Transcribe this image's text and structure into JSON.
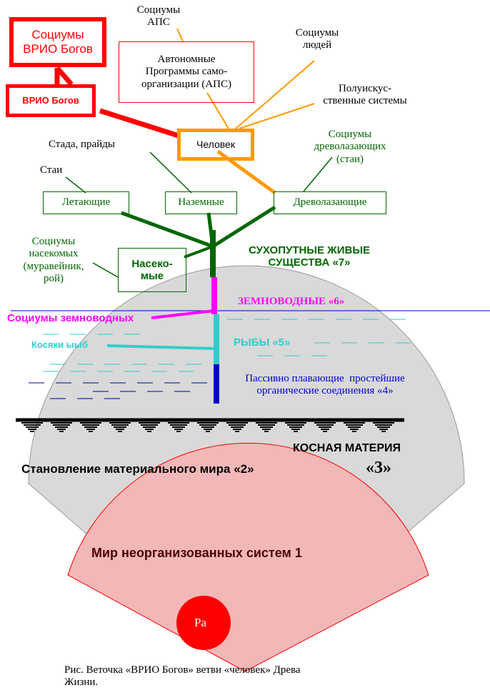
{
  "nodes": {
    "socium_vrio": "Социумы\nВРИО Богов",
    "vrio_bogov": "ВРИО Богов",
    "socium_aps": "Социумы\nАПС",
    "aps_box": "Автономные\nПрограммы само-\nорганизации (АПС)",
    "socium_lyudey": "Социумы\nлюдей",
    "poluiskus": "Полуискус-\nственные системы",
    "chelovek": "Человек",
    "stada": "Стада,  прайды",
    "stai": "Стаи",
    "socium_drevo": "Социумы\nдреволазающих\n(стаи)",
    "letayushchie": "Летающие",
    "nazemnye": "Наземные",
    "drevolazayushchie": "Древолазающие",
    "socium_nasek": "Социумы\nнасекомых\n(муравейник,\nрой)",
    "nasekomye": "Насеко-\nмые",
    "sukhoput": "СУХОПУТНЫЕ ЖИВЫЕ\nСУЩЕСТВА «7»",
    "zemnovodnye": "ЗЕМНОВОДНЫЕ «6»",
    "socium_zemnov": "Социумы  земноводных",
    "ryby": "РЫБЫ  «5»",
    "kosyaki": "Косяки ыыб",
    "prostejshie": "Пассивно плавающие  простейшие\nорганические соединения «4»",
    "kosnaya": "КОСНАЯ МАТЕРИЯ",
    "kosnaya_num": "«3»",
    "stanovlenie": "Становление материального мира «2»",
    "mir_neorg": "Мир неорганизованных систем 1",
    "ra": "Ра"
  },
  "caption": "Рис. Веточка «ВРИО Богов» ветви «человек» Древа\nЖизни.",
  "colors": {
    "red": "#ff0000",
    "orange": "#ff9900",
    "green": "#006600",
    "magenta": "#ff00ff",
    "cyan": "#33cccc",
    "blue": "#0000cc",
    "navy": "#000099",
    "black": "#000000",
    "gray_arc": "#d9d9d9",
    "pink_arc": "#f2b8b8",
    "ra_red": "#ff0000"
  }
}
